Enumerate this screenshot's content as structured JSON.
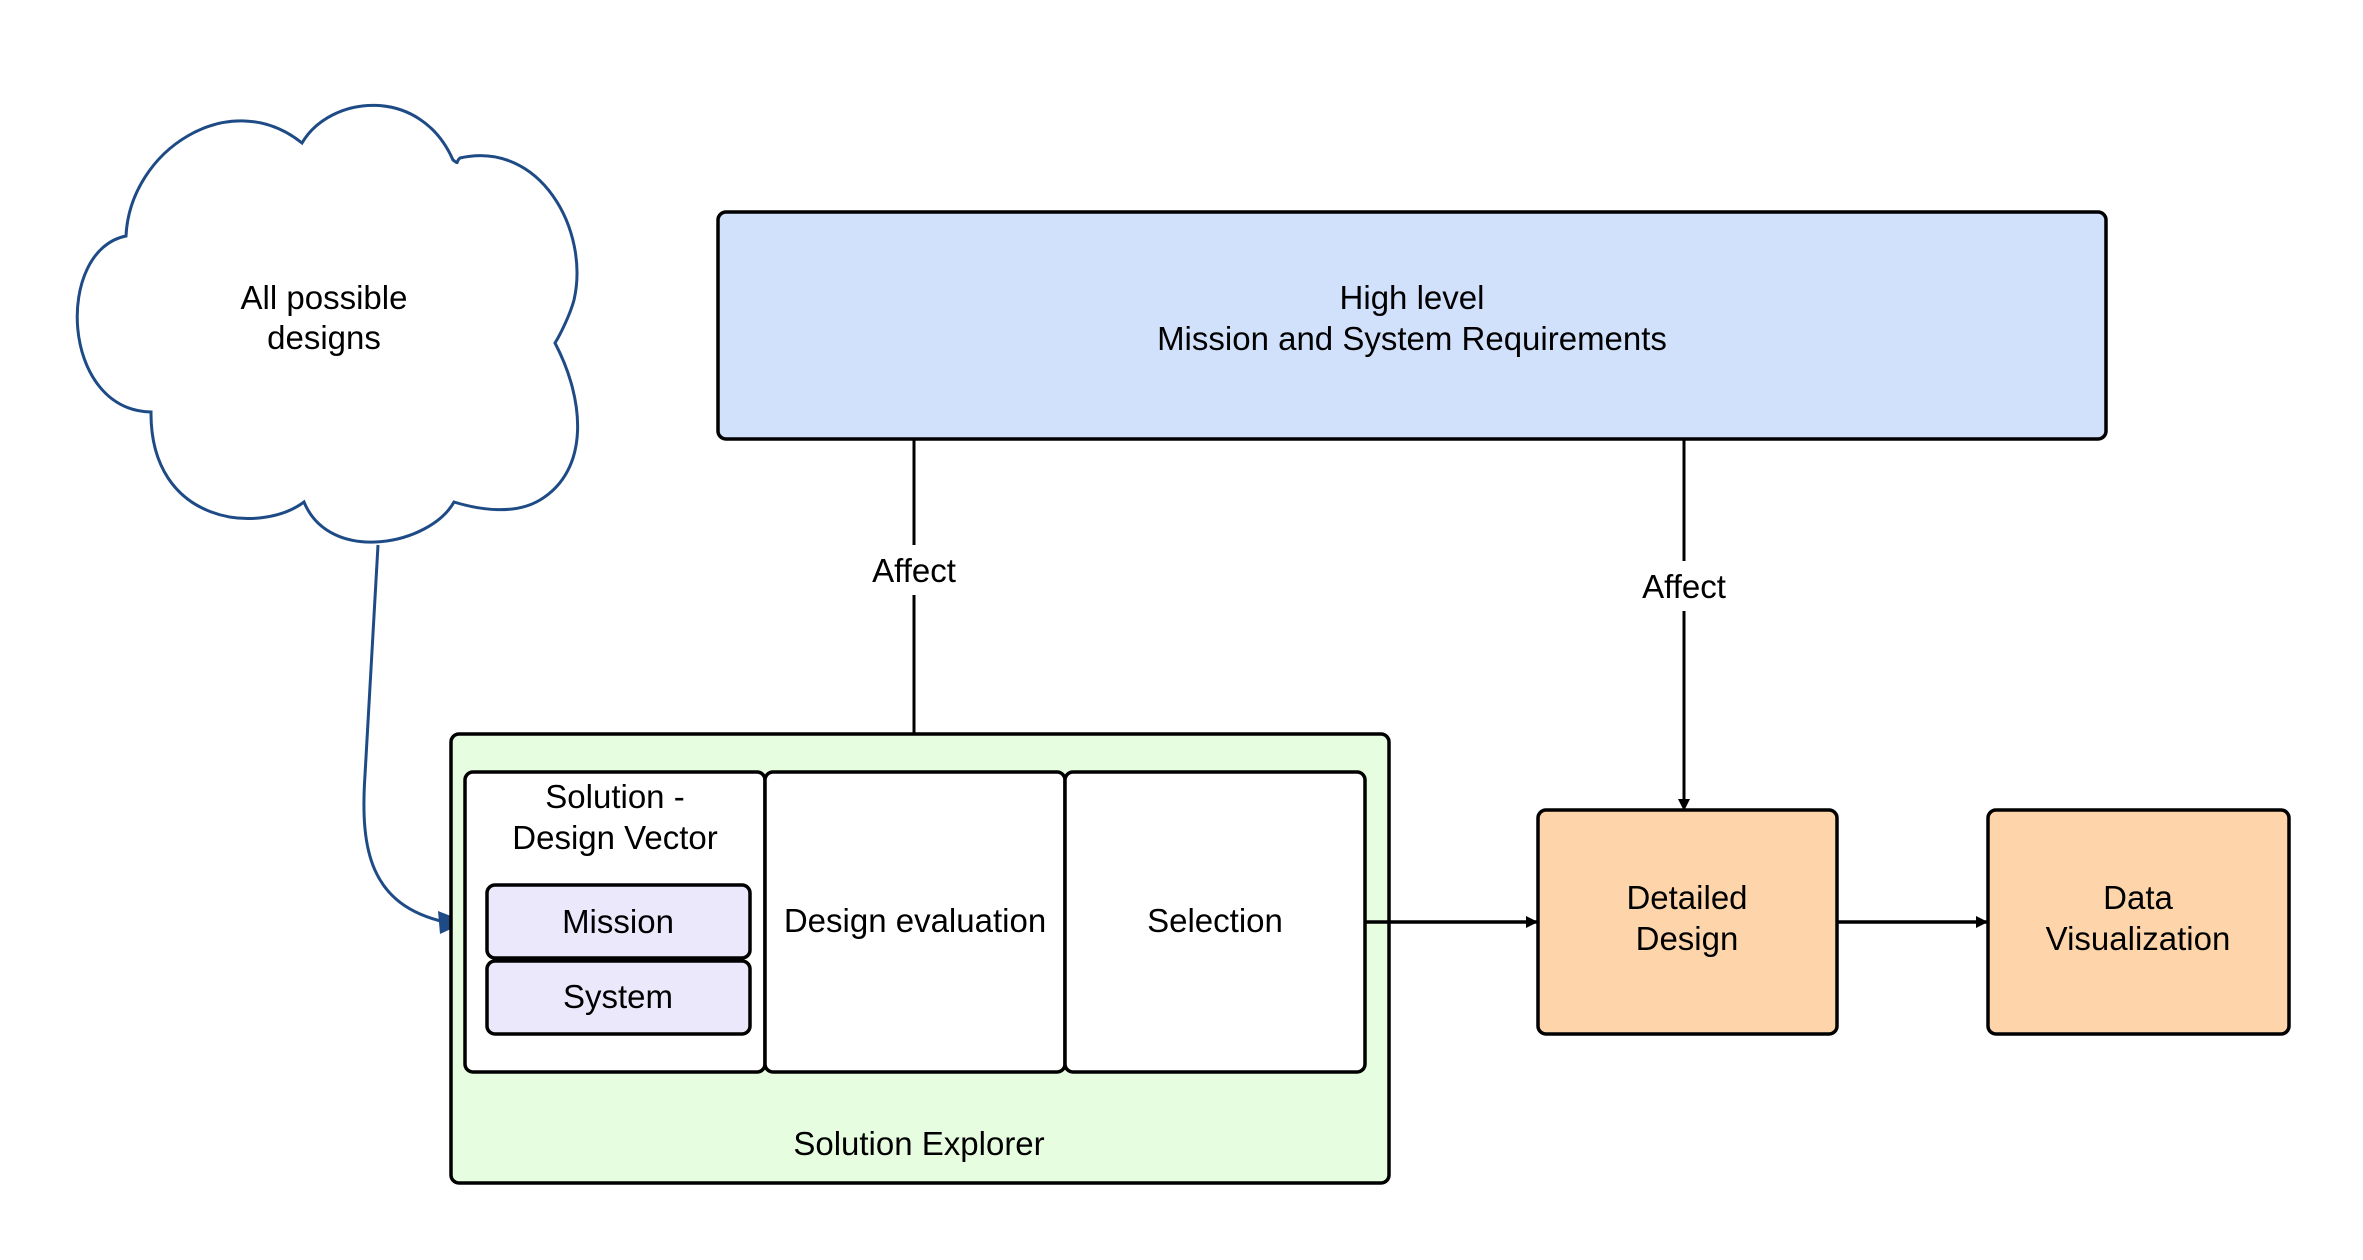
{
  "diagram": {
    "cloud": {
      "line1": "All possible",
      "line2": "designs"
    },
    "requirements": {
      "line1": "High level",
      "line2": "Mission and System Requirements"
    },
    "affect_left": "Affect",
    "affect_right": "Affect",
    "solution_explorer": {
      "title": "Solution Explorer",
      "design_vector": {
        "line1": "Solution -",
        "line2": "Design Vector",
        "items": [
          "Mission",
          "System"
        ]
      },
      "design_evaluation": "Design evaluation",
      "selection": "Selection"
    },
    "detailed_design": {
      "line1": "Detailed",
      "line2": "Design"
    },
    "data_visualization": {
      "line1": "Data",
      "line2": "Visualization"
    }
  },
  "colors": {
    "requirements_fill": "#D1E0FB",
    "explorer_fill": "#E6FDE0",
    "vector_item_fill": "#ECE8FC",
    "output_fill": "#FED5AA",
    "cloud_stroke": "#1E4B86",
    "outline": "#000000"
  }
}
